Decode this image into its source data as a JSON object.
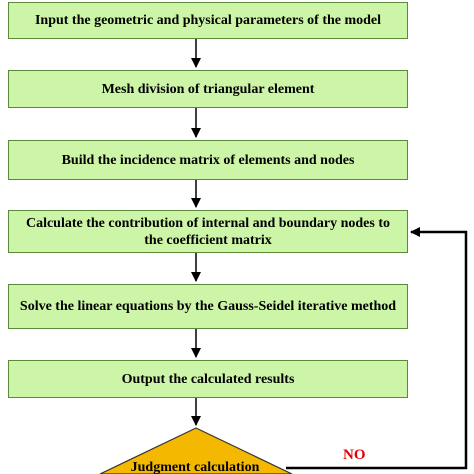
{
  "flowchart": {
    "steps": [
      {
        "label": "Input the geometric and physical parameters of the model"
      },
      {
        "label": "Mesh division of triangular element"
      },
      {
        "label": "Build the incidence matrix of elements and nodes"
      },
      {
        "label": "Calculate the contribution of internal and boundary nodes to the coefficient matrix"
      },
      {
        "label": "Solve the linear equations by the Gauss-Seidel iterative method"
      },
      {
        "label": "Output the calculated results"
      }
    ],
    "decision": {
      "label": "Judgment calculation"
    },
    "loop_label": "NO"
  },
  "colors": {
    "step_fill": "#ccf5a8",
    "decision_fill": "#f5b800",
    "arrow": "#000000",
    "no_label": "#e00000"
  }
}
